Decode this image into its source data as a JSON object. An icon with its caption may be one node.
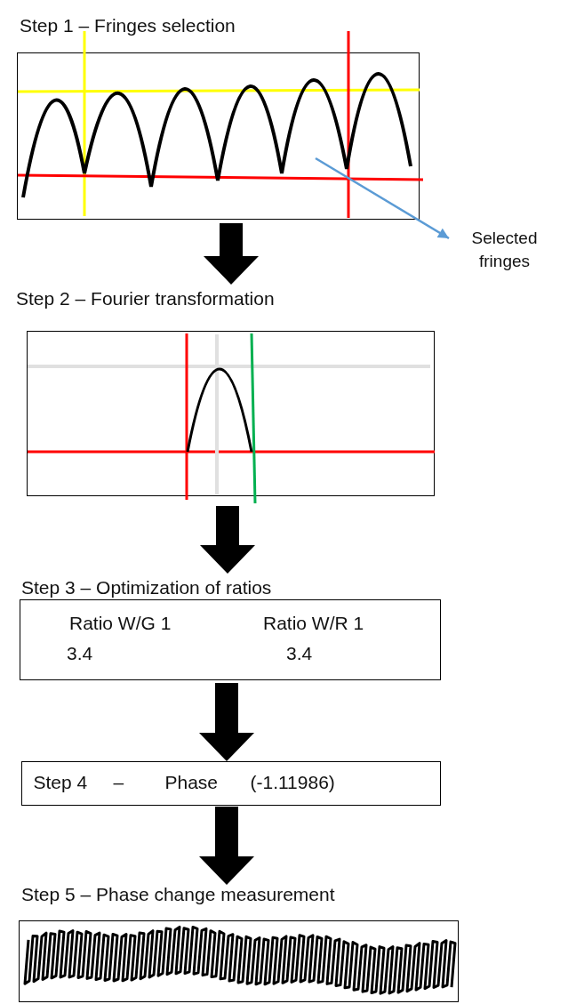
{
  "diagram": {
    "nodes": [
      {
        "text": [
          "Step 1 – Fringes selection"
        ]
      },
      {
        "text": [
          "Selected fringes"
        ]
      },
      {
        "text": [
          "Step 2 – Fourier transformation"
        ]
      },
      {
        "text": [
          "Step 3 – Optimization of ratios",
          "Ratio W/G 1",
          "3.4",
          "Ratio W/R 1",
          "3.4"
        ]
      },
      {
        "text": [
          "Step 4",
          "–",
          "Phase",
          "(-1.11986)"
        ]
      },
      {
        "text": [
          "Step 5 – Phase change measurement"
        ]
      }
    ],
    "edges": [
      {
        "from": 0,
        "to": 2,
        "arrow": "to",
        "style": "thick"
      },
      {
        "from": 0,
        "to": 1,
        "arrow": "to",
        "color": "#5b9bd5"
      },
      {
        "from": 2,
        "to": 3,
        "arrow": "to",
        "style": "thick"
      },
      {
        "from": 3,
        "to": 4,
        "arrow": "to",
        "style": "thick"
      },
      {
        "from": 4,
        "to": 5,
        "arrow": "to",
        "style": "thick"
      }
    ]
  }
}
